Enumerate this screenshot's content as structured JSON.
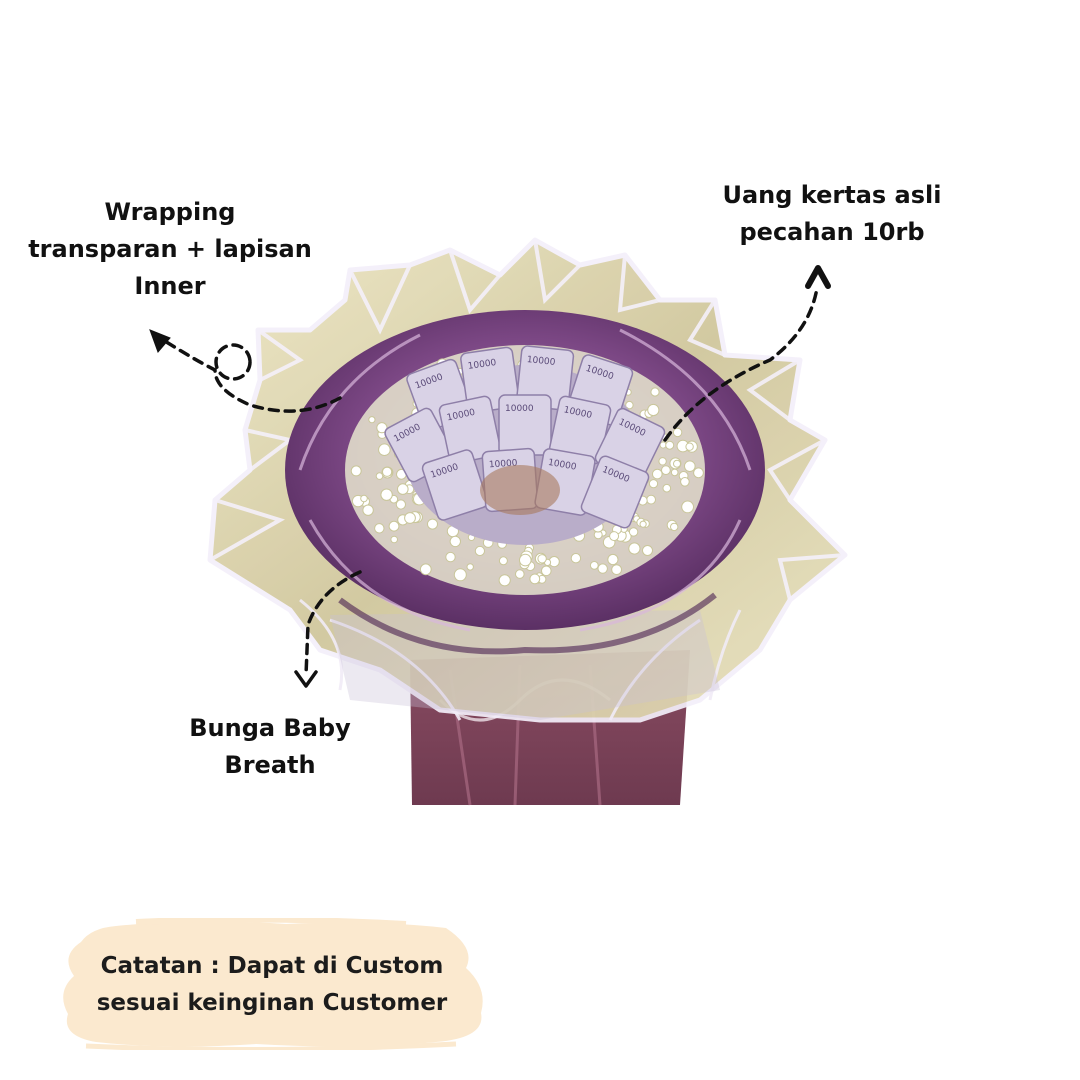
{
  "annotations": {
    "wrapping": {
      "lines": [
        "Wrapping",
        "transparan + lapisan",
        "Inner"
      ]
    },
    "money": {
      "lines": [
        "Uang kertas asli",
        "pecahan 10rb"
      ]
    },
    "baby_breath": {
      "lines": [
        "Bunga Baby",
        "Breath"
      ]
    }
  },
  "banknote_text": "10000",
  "note": {
    "lines": [
      "Catatan : Dapat di Custom",
      "sesuai keinginan Customer"
    ]
  },
  "colors": {
    "text": "#111111",
    "note_background": "#fbe9cf",
    "wrap_purple": "#6f3d78",
    "outer_wrap_gold": "#d9cfa6",
    "banknote": "#d9d2e6",
    "flower": "#f4f3df",
    "stem_wrap": "#7a4256"
  }
}
